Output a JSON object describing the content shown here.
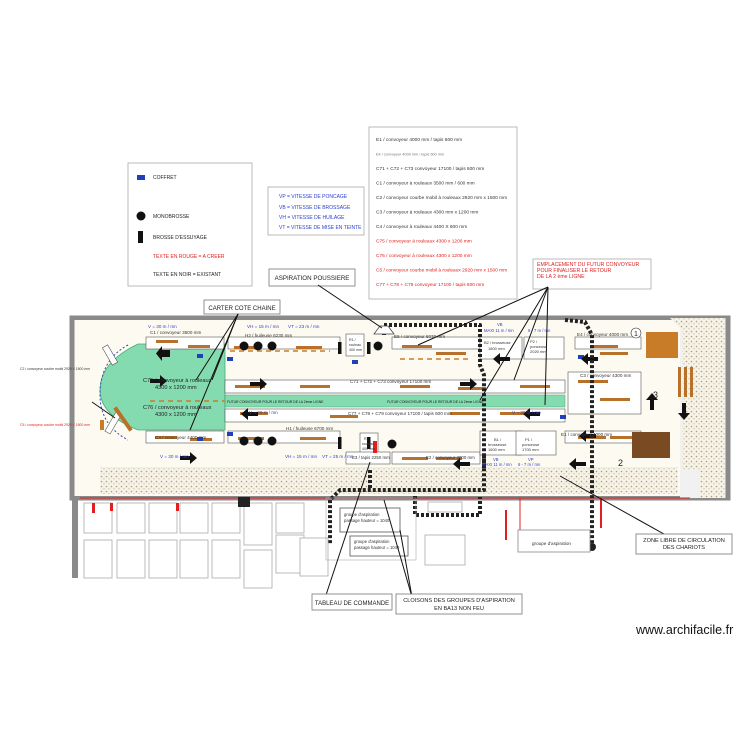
{
  "legend": {
    "coffret": "COFFRET",
    "monobrosse": "MONOBROSSE",
    "brosse": "BROSSE D'ESSUYAGE",
    "rouge": "TEXTE EN ROUGE = A CREER",
    "noir": "TEXTE EN NOIR = EXISTANT"
  },
  "speeds": {
    "vp": "VP = VITESSE DE PONCAGE",
    "vb": "VB = VITESSE DE BROSSAGE",
    "vh": "VH = VITESSE DE HUILAGE",
    "vt": "VT = VITESSE DE MISE EN TEINTE"
  },
  "equipment_list": [
    {
      "text": "E1 / convoyeur 4000 mm / tapis 600 mm",
      "color": "#333333"
    },
    {
      "text": "E4 / convoyeur 4000 mm / tapis 600 mm",
      "color": "#777777"
    },
    {
      "text": "C71 + C72 + C73 convoyeur 17100 / tapis 600 mm",
      "color": "#333333"
    },
    {
      "text": "C1 / convoyeur à rouleaux 3500 mm / 600 mm",
      "color": "#333333"
    },
    {
      "text": "C2 / convoyeur courbe mobil à rouleaux 2920 mm x 1500 mm",
      "color": "#333333"
    },
    {
      "text": "C3 / convoyeur à rouleaux 4300 mm x 1200 mm",
      "color": "#333333"
    },
    {
      "text": "C4 / convoyeur à rouleaux 4400 X 600 mm",
      "color": "#333333"
    },
    {
      "text": "C75 / convoyeur à rouleaux 4300 x 1200 mm",
      "color": "#e02020"
    },
    {
      "text": "C76 / convoyeur à rouleaux 4300 x 1200 mm",
      "color": "#e02020"
    },
    {
      "text": "C5 / convoyeur courbe mobil à rouleaux 2920 mm x 1500 mm",
      "color": "#e02020"
    },
    {
      "text": "C77 + C78 + C79 convoyeur 17100 / tapis 600 mm",
      "color": "#e02020"
    }
  ],
  "callouts": {
    "aspiration": "ASPIRATION POUSSIERE",
    "carter": "CARTER COTE CHAINE",
    "emplacement": [
      "EMPLACEMENT DU FUTUR CONVOYEUR",
      "POUR FINALISER LE RETOUR",
      "DE LA 2 ème LIGNE"
    ],
    "zone": [
      "ZONE LIBRE DE CIRCULATION",
      "DES CHARIOTS"
    ],
    "tableau": "TABLEAU DE COMMANDE",
    "cloisons": [
      "CLOISONS DES GROUPES D'ASPIRATION",
      "EN BA13 NON FEU"
    ]
  },
  "plan": {
    "left_c2": "C2 / convoyeur courbe mobil 2920 X 1500 mm",
    "left_c5": "C5 / convoyeur courbe mobil 2920 X 1500 mm",
    "c1": "C1 / convoyeur 3500 mm",
    "h2": "H2 / huileuse 6230 mm",
    "v_top_left": "V = 30 m / mn",
    "vh_top": "VH = 15 m / mn",
    "vt_top": "VT = 23 m / mn",
    "e5": "E5 / convoyeur 6070 mm",
    "vb_top": [
      "VB",
      "MAXI 11 m / mn"
    ],
    "vp_top": "6 - 7 m / mn",
    "e4": "E4 / convoyeur 4000 mm",
    "b2": [
      "B2 / brosseuse",
      "1800 mm"
    ],
    "p2": [
      "P2 /",
      "ponceuse",
      "2020 mm"
    ],
    "c71": "C71 + C72 + C73  convoyeur 17100 mm",
    "c75": [
      "C75 / convoyeur à rouleaux",
      "4300 x 1200 mm"
    ],
    "c76": [
      "C76 / convoyeur à rouleaux",
      "4300 x 1200 mm"
    ],
    "future": "FUTUR CONVOYEUR POUR LE RETOUR DE LA 2ème LIGNE",
    "c77": "C77 + C78 + C79  convoyeur 17100 / tapis 600 mm",
    "c3": "C3 / convoyeur 4300 mm",
    "c4": "C4 / convoyeur 4400 mm",
    "v_mid": "V = 30 m / mn",
    "v_mid2": "V = 30 m / mn",
    "h1": "H1 / huileuse 6700 mm",
    "e1": "E1 / convoyeur 4000 mm",
    "b1": [
      "B1 /",
      "brosseuse",
      "1600 mm"
    ],
    "p1": [
      "P1 /",
      "ponceuse",
      "1700 mm"
    ],
    "r1": [
      "R1 /",
      "rouleau",
      "400 mm"
    ],
    "r2": [
      "R2 /",
      "rouleau",
      "400 mm"
    ],
    "v_bottom": "V = 30 m / mn",
    "vh_bottom": "VH = 15 m / mn",
    "vt_bottom": "VT = 25 m / mn",
    "e3": "E3 / tapis 2250 mm",
    "e2": "E2 / convoyeur 3000 mm",
    "vb_bottom": [
      "VB",
      "MAXI 11 m / mn"
    ],
    "vp_bottom": [
      "VP",
      "6 - 7 m / mn"
    ],
    "num1": "1",
    "num2": "2",
    "num3": "3",
    "groupe1": [
      "groupe d'aspiration",
      "passage hauteur = 1040"
    ],
    "groupe2": [
      "groupe d'aspiration",
      "passage hauteur = 1040"
    ],
    "groupe3": "groupe d'aspiration"
  },
  "watermark": "www.archifacile.fr"
}
